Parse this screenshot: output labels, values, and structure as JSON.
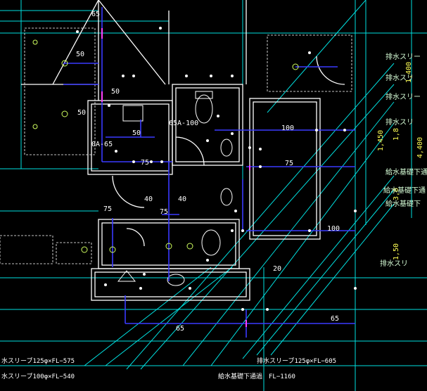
{
  "dimensions": {
    "top_65": "65",
    "v_50_a": "50",
    "v_50_b": "50",
    "v_50_c": "50",
    "v_50_d": "50",
    "v_75_a": "75",
    "v_75_b": "75",
    "v_75_c": "75",
    "v_75_d": "75",
    "v_40_a": "40",
    "v_40_b": "40",
    "v_100_a": "100",
    "v_100_b": "100",
    "v_20": "20",
    "v_65_b": "65",
    "v_65_c": "65",
    "label_65a": "0A-65",
    "label_65_100": "65A-100",
    "dim_1400": "1,400",
    "dim_1450": "1,450",
    "dim_1_8": "1,8",
    "dim_4400": "4,400",
    "dim_3_0": "3,0",
    "dim_1_50": "1,50"
  },
  "annotations": {
    "haisui_1": "排水スリー",
    "haisui_2": "排水スリ",
    "haisui_3": "排水スリー",
    "haisui_4": "排水スリ",
    "kyusui_1": "給水基礎下通",
    "kyusui_2": "給水基礎下通",
    "kyusui_3": "給水基礎下",
    "haisui_5": "排水スリ"
  },
  "bottom_notes": {
    "line1_left": "水スリーブ125φ×FL−575",
    "line2_left": "水スリーブ100φ×FL−540",
    "line1_right": "排水スリーブ125φ×FL−605",
    "line2_right": "給水基礎下通過　FL−1160"
  }
}
